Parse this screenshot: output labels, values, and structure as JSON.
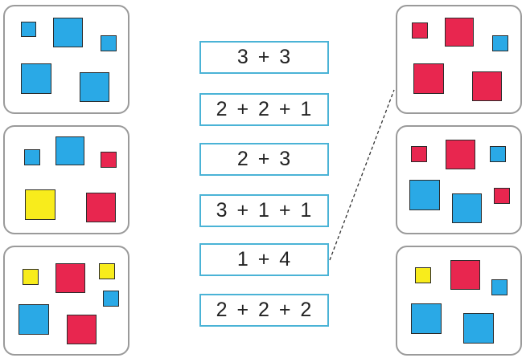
{
  "colors": {
    "blue": "#2aa9e6",
    "red": "#e8264f",
    "yellow": "#f8ec1c",
    "panel_border": "#9a9a9a",
    "expr_border": "#4ab3d6"
  },
  "expressions": [
    "3 + 3",
    "2 + 2 + 1",
    "2 + 3",
    "3 + 1 + 1",
    "1 + 4",
    "2 + 2 + 2"
  ],
  "left_panels": [
    {
      "squares": [
        "blue",
        "blue",
        "blue",
        "blue",
        "blue"
      ]
    },
    {
      "squares": [
        "blue",
        "blue",
        "red",
        "yellow",
        "red"
      ]
    },
    {
      "squares": [
        "yellow",
        "red",
        "yellow",
        "blue",
        "blue",
        "red"
      ]
    }
  ],
  "right_panels": [
    {
      "squares": [
        "red",
        "red",
        "blue",
        "red",
        "red"
      ]
    },
    {
      "squares": [
        "red",
        "red",
        "blue",
        "blue",
        "red",
        "blue"
      ]
    },
    {
      "squares": [
        "yellow",
        "red",
        "blue",
        "blue",
        "blue"
      ]
    }
  ],
  "connection": {
    "from": "1 + 4",
    "to": "right panel 1",
    "style": "dashed"
  }
}
